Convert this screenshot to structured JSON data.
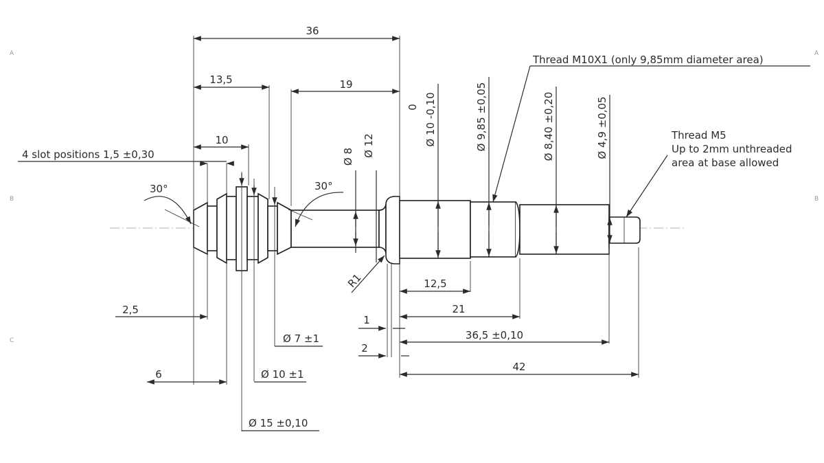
{
  "dims": {
    "d36": "36",
    "d13_5": "13,5",
    "d19": "19",
    "d10": "10",
    "slot": "4 slot positions 1,5 ±0,30",
    "a30_left": "30°",
    "a30_mid": "30°",
    "dia8": "Ø 8",
    "dia12": "Ø 12",
    "tol_zero": "0",
    "dia10_tol": "Ø 10 -0,10",
    "dia9_85": "Ø 9,85 ±0,05",
    "dia8_40": "Ø 8,40 ±0,20",
    "dia4_9": "Ø 4,9 ±0,05",
    "r1": "R1",
    "d12_5": "12,5",
    "d21": "21",
    "d36_5": "36,5 ±0,10",
    "d42": "42",
    "d1": "1",
    "d2": "2",
    "d2_5": "2,5",
    "d6": "6",
    "dia7": "Ø 7 ±1",
    "dia10": "Ø 10 ±1",
    "dia15": "Ø 15 ±0,10"
  },
  "notes": {
    "thread_m10": "Thread M10X1 (only 9,85mm diameter area)",
    "thread_m5_line1": "Thread M5",
    "thread_m5_line2": "Up to 2mm unthreaded",
    "thread_m5_line3": "area at base allowed"
  },
  "frame": {
    "left_a": "A",
    "left_b": "B",
    "left_c": "C",
    "right_a": "A",
    "right_b": "B"
  }
}
